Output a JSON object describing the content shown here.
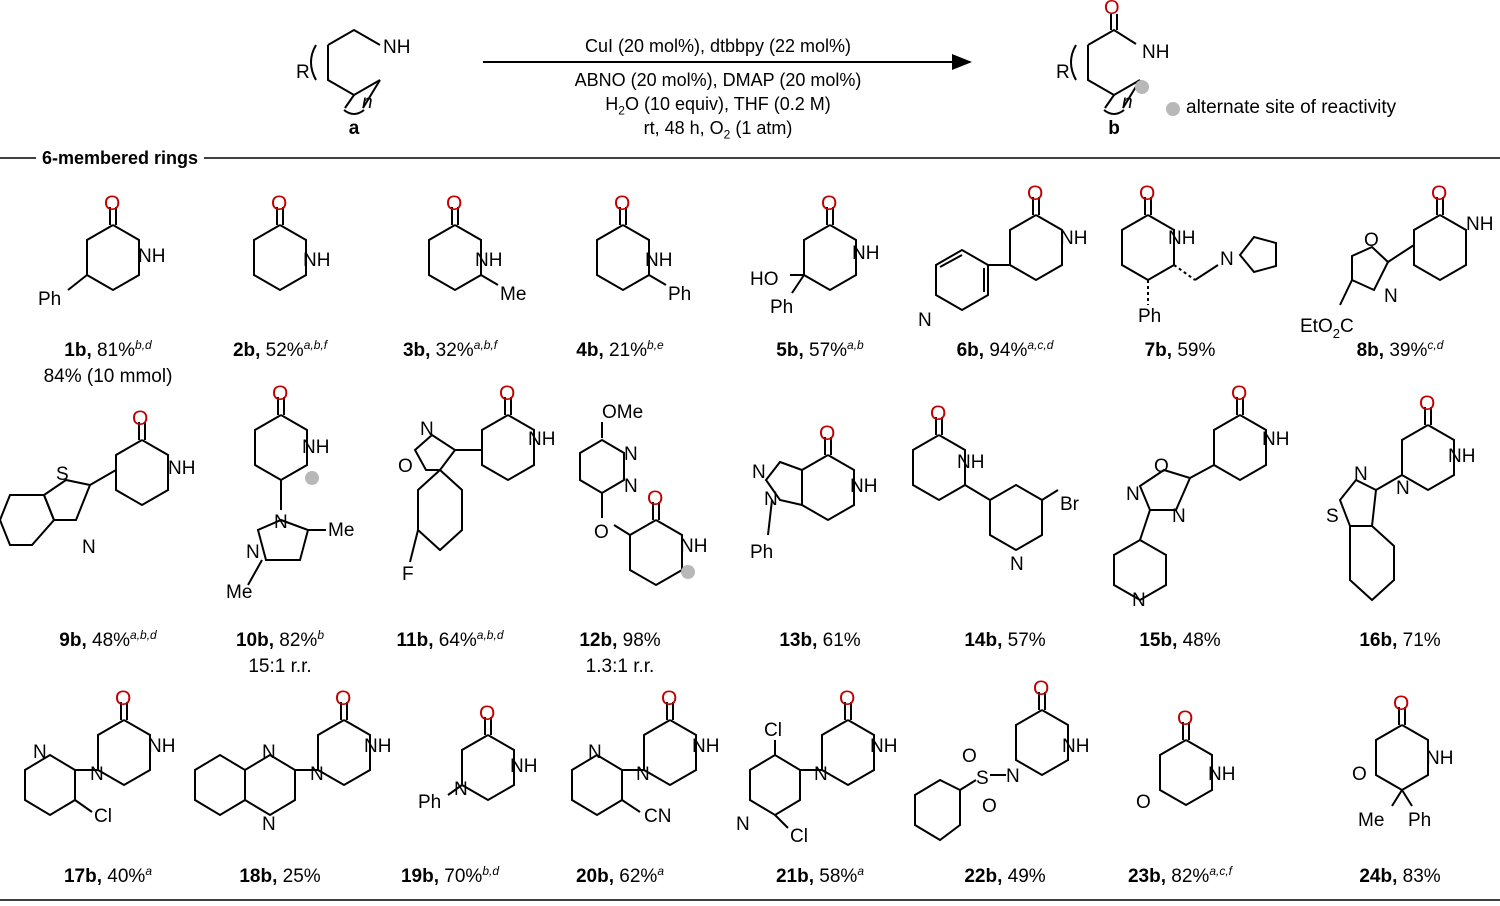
{
  "colors": {
    "carbonyl_oxygen": "#c00000",
    "bond": "#000000",
    "site_dot": "#b8b8b8"
  },
  "scheme": {
    "reactant_label": "a",
    "product_label": "b",
    "substituent": "R",
    "ring_index": "n",
    "nh": "NH",
    "oxygen": "O",
    "conditions_above": "CuI (20 mol%), dtbbpy (22 mol%)",
    "conditions_below_1": "ABNO (20 mol%), DMAP (20 mol%)",
    "conditions_below_2_prefix": "H",
    "conditions_below_2_sub": "2",
    "conditions_below_2_suffix": "O (10 equiv), THF (0.2 M)",
    "conditions_below_3_prefix": "rt, 48 h, O",
    "conditions_below_3_sub": "2",
    "conditions_below_3_suffix": " (1 atm)",
    "legend_dot_label": "alternate site of reactivity"
  },
  "section_title": "6-membered rings",
  "compounds": [
    {
      "id": "1b",
      "yield": "81%",
      "notes": "b,d",
      "extra": "84% (10 mmol)"
    },
    {
      "id": "2b",
      "yield": "52%",
      "notes": "a,b,f"
    },
    {
      "id": "3b",
      "yield": "32%",
      "notes": "a,b,f"
    },
    {
      "id": "4b",
      "yield": "21%",
      "notes": "b,e"
    },
    {
      "id": "5b",
      "yield": "57%",
      "notes": "a,b"
    },
    {
      "id": "6b",
      "yield": "94%",
      "notes": "a,c,d"
    },
    {
      "id": "7b",
      "yield": "59%",
      "notes": ""
    },
    {
      "id": "8b",
      "yield": "39%",
      "notes": "c,d"
    },
    {
      "id": "9b",
      "yield": "48%",
      "notes": "a,b,d"
    },
    {
      "id": "10b",
      "yield": "82%",
      "notes": "b",
      "extra": "15:1 r.r."
    },
    {
      "id": "11b",
      "yield": "64%",
      "notes": "a,b,d"
    },
    {
      "id": "12b",
      "yield": "98%",
      "notes": "",
      "extra": "1.3:1 r.r."
    },
    {
      "id": "13b",
      "yield": "61%",
      "notes": ""
    },
    {
      "id": "14b",
      "yield": "57%",
      "notes": ""
    },
    {
      "id": "15b",
      "yield": "48%",
      "notes": ""
    },
    {
      "id": "16b",
      "yield": "71%",
      "notes": ""
    },
    {
      "id": "17b",
      "yield": "40%",
      "notes": "a"
    },
    {
      "id": "18b",
      "yield": "25%",
      "notes": ""
    },
    {
      "id": "19b",
      "yield": "70%",
      "notes": "b,d"
    },
    {
      "id": "20b",
      "yield": "62%",
      "notes": "a"
    },
    {
      "id": "21b",
      "yield": "58%",
      "notes": "a"
    },
    {
      "id": "22b",
      "yield": "49%",
      "notes": ""
    },
    {
      "id": "23b",
      "yield": "82%",
      "notes": "a,c,f"
    },
    {
      "id": "24b",
      "yield": "83%",
      "notes": ""
    }
  ],
  "atoms": {
    "ph": "Ph",
    "me": "Me",
    "nh": "NH",
    "n": "N",
    "o": "O",
    "s": "S",
    "ho": "HO",
    "f": "F",
    "cl": "Cl",
    "br": "Br",
    "cn": "CN",
    "ome": "OMe",
    "eto2c_a": "EtO",
    "eto2c_sub": "2",
    "eto2c_b": "C"
  }
}
